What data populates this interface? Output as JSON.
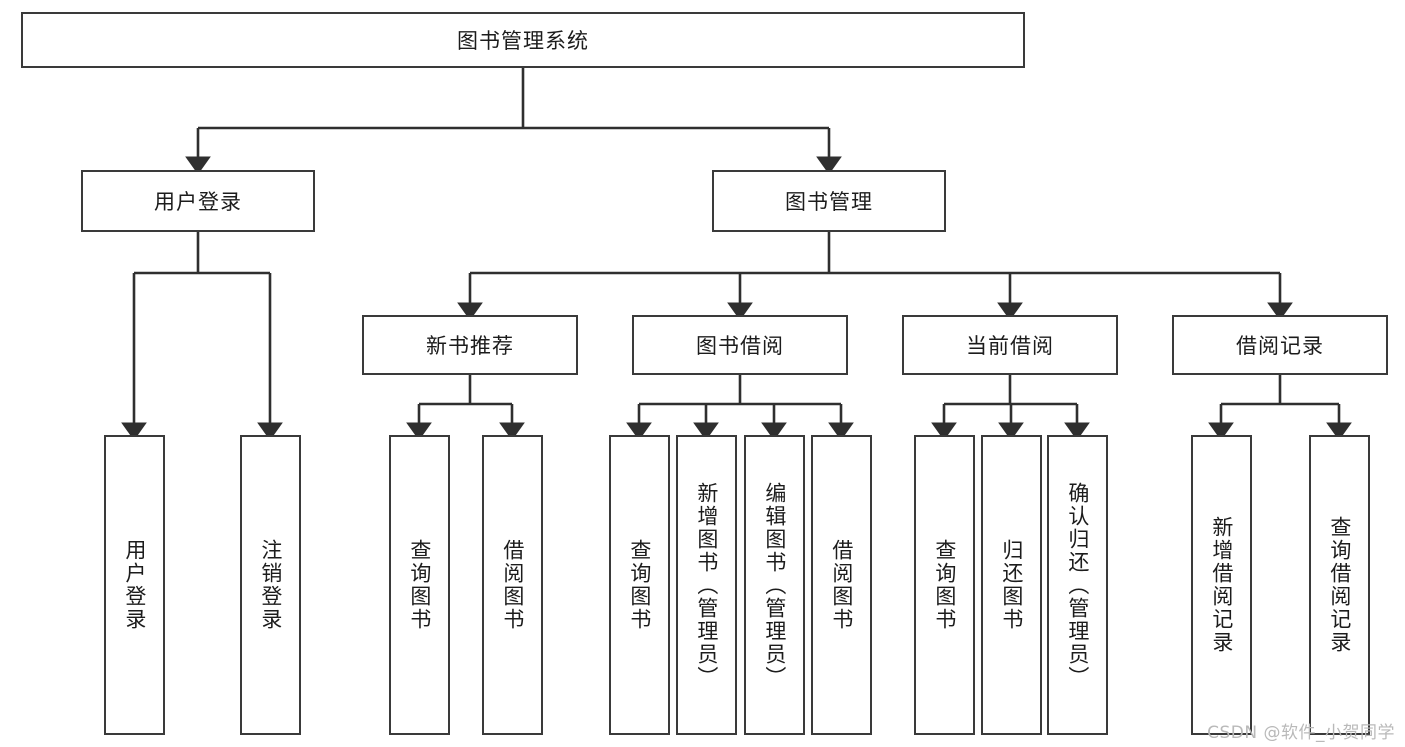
{
  "diagram": {
    "title_box": {
      "label": "图书管理系统"
    },
    "level1": [
      {
        "label": "用户登录"
      },
      {
        "label": "图书管理"
      }
    ],
    "level2": [
      {
        "label": "新书推荐"
      },
      {
        "label": "图书借阅"
      },
      {
        "label": "当前借阅"
      },
      {
        "label": "借阅记录"
      }
    ],
    "leaves": {
      "user_login": [
        {
          "label": "用户登录"
        },
        {
          "label": "注销登录"
        }
      ],
      "new_book_recommend": [
        {
          "label": "查询图书"
        },
        {
          "label": "借阅图书"
        }
      ],
      "book_borrow": [
        {
          "label": "查询图书"
        },
        {
          "label": "新增图书（管理员）"
        },
        {
          "label": "编辑图书（管理员）"
        },
        {
          "label": "借阅图书"
        }
      ],
      "current_borrow": [
        {
          "label": "查询图书"
        },
        {
          "label": "归还图书"
        },
        {
          "label": "确认归还（管理员）"
        }
      ],
      "borrow_record": [
        {
          "label": "新增借阅记录"
        },
        {
          "label": "查询借阅记录"
        }
      ]
    }
  },
  "watermark": {
    "text": "CSDN @软件_小贺同学"
  },
  "colors": {
    "box_border": "#3a3a3a",
    "connector": "#2f2f2f",
    "text": "#1c1c1c",
    "watermark": "#b9b9b9",
    "background": "#ffffff"
  }
}
